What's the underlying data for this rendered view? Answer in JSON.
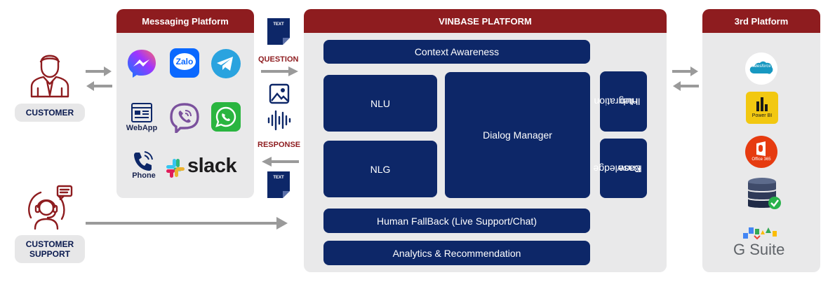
{
  "actors": {
    "customer": "CUSTOMER",
    "customer_support": [
      "CUSTOMER",
      "SUPPORT"
    ]
  },
  "messaging": {
    "title": "Messaging Platform",
    "channels": [
      {
        "name": "messenger-icon"
      },
      {
        "name": "zalo-icon",
        "text": "Zalo"
      },
      {
        "name": "telegram-icon"
      },
      {
        "name": "webapp-icon",
        "text": "WebApp"
      },
      {
        "name": "viber-icon"
      },
      {
        "name": "whatsapp-icon"
      },
      {
        "name": "phone-icon",
        "text": "Phone"
      },
      {
        "name": "slack-icon",
        "text": "slack"
      }
    ]
  },
  "flow": {
    "question": "QUESTION",
    "response": "RESPONSE",
    "doc_label": "TEXT"
  },
  "vinbase": {
    "title": "VINBASE PLATFORM",
    "context": "Context Awareness",
    "nlu": "NLU",
    "nlg": "NLG",
    "dialog": "Dialog Manager",
    "integration": [
      "Integration",
      "Hub"
    ],
    "knowledge": [
      "Knowledge",
      "Base"
    ],
    "fallback": "Human FallBack (Live Support/Chat)",
    "analytics": "Analytics & Recommendation"
  },
  "third": {
    "title": "3rd Platform",
    "salesforce": "salesforce",
    "powerbi": "Power BI",
    "office": "Office 365",
    "gsuite": "G Suite"
  },
  "colors": {
    "brand_red": "#8e1c1f",
    "navy": "#0d2768",
    "panel_gray": "#e9e9ea",
    "arrow_gray": "#9a9a9a"
  }
}
